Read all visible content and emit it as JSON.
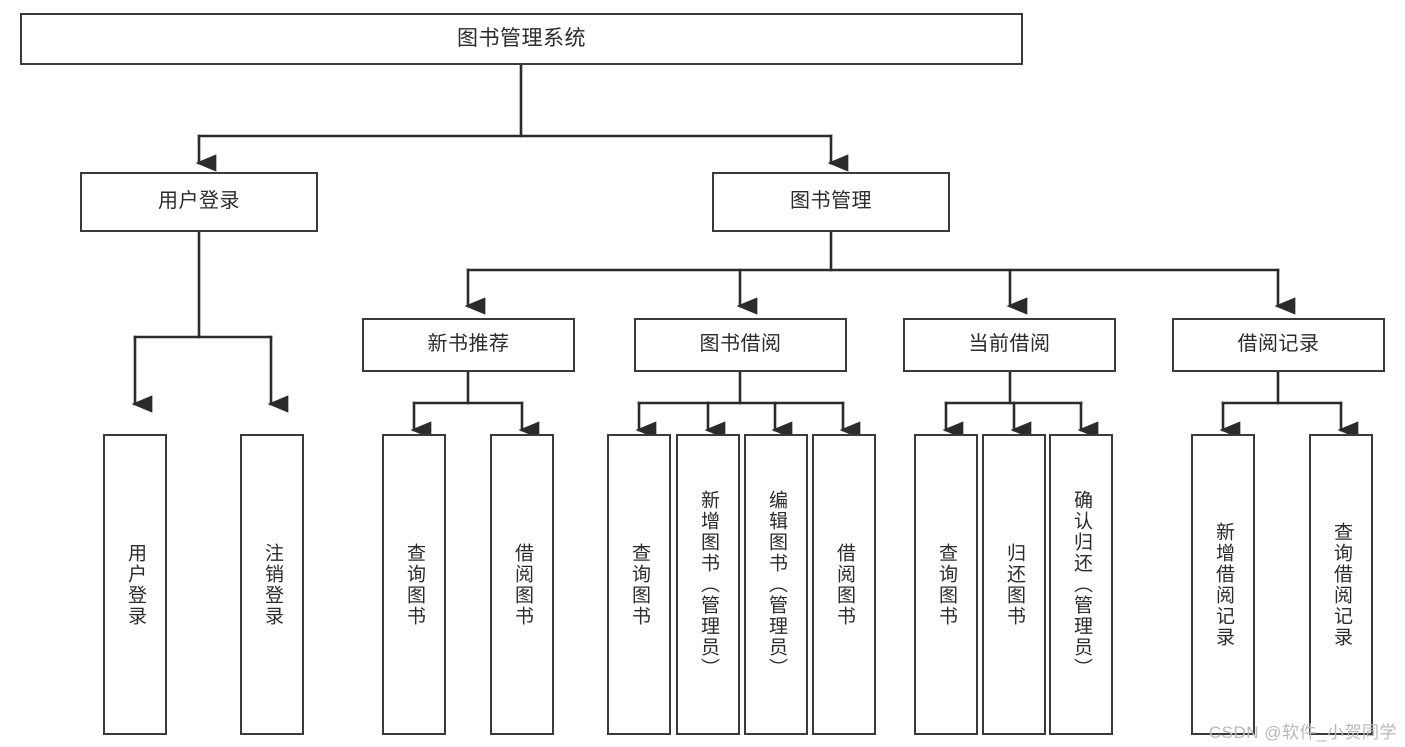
{
  "diagram": {
    "title": "图书管理系统",
    "watermark": "CSDN @软件_小贺同学",
    "colors": {
      "border": "#3a3a3a",
      "text": "#2b2b2b",
      "background": "#ffffff",
      "connector": "#2b2b2b",
      "watermark": "#b9b9b9"
    },
    "root": {
      "label": "图书管理系统"
    },
    "level1": [
      {
        "label": "用户登录"
      },
      {
        "label": "图书管理"
      }
    ],
    "level2": [
      {
        "label": "新书推荐"
      },
      {
        "label": "图书借阅"
      },
      {
        "label": "当前借阅"
      },
      {
        "label": "借阅记录"
      }
    ],
    "leaves": {
      "user_login": [
        {
          "label": "用户登录"
        },
        {
          "label": "注销登录"
        }
      ],
      "new_book_recommend": [
        {
          "label": "查询图书"
        },
        {
          "label": "借阅图书"
        }
      ],
      "book_borrow": [
        {
          "label": "查询图书"
        },
        {
          "label": "新增图书（管理员）"
        },
        {
          "label": "编辑图书（管理员）"
        },
        {
          "label": "借阅图书"
        }
      ],
      "current_borrow": [
        {
          "label": "查询图书"
        },
        {
          "label": "归还图书"
        },
        {
          "label": "确认归还（管理员）"
        }
      ],
      "borrow_record": [
        {
          "label": "新增借阅记录"
        },
        {
          "label": "查询借阅记录"
        }
      ]
    }
  }
}
